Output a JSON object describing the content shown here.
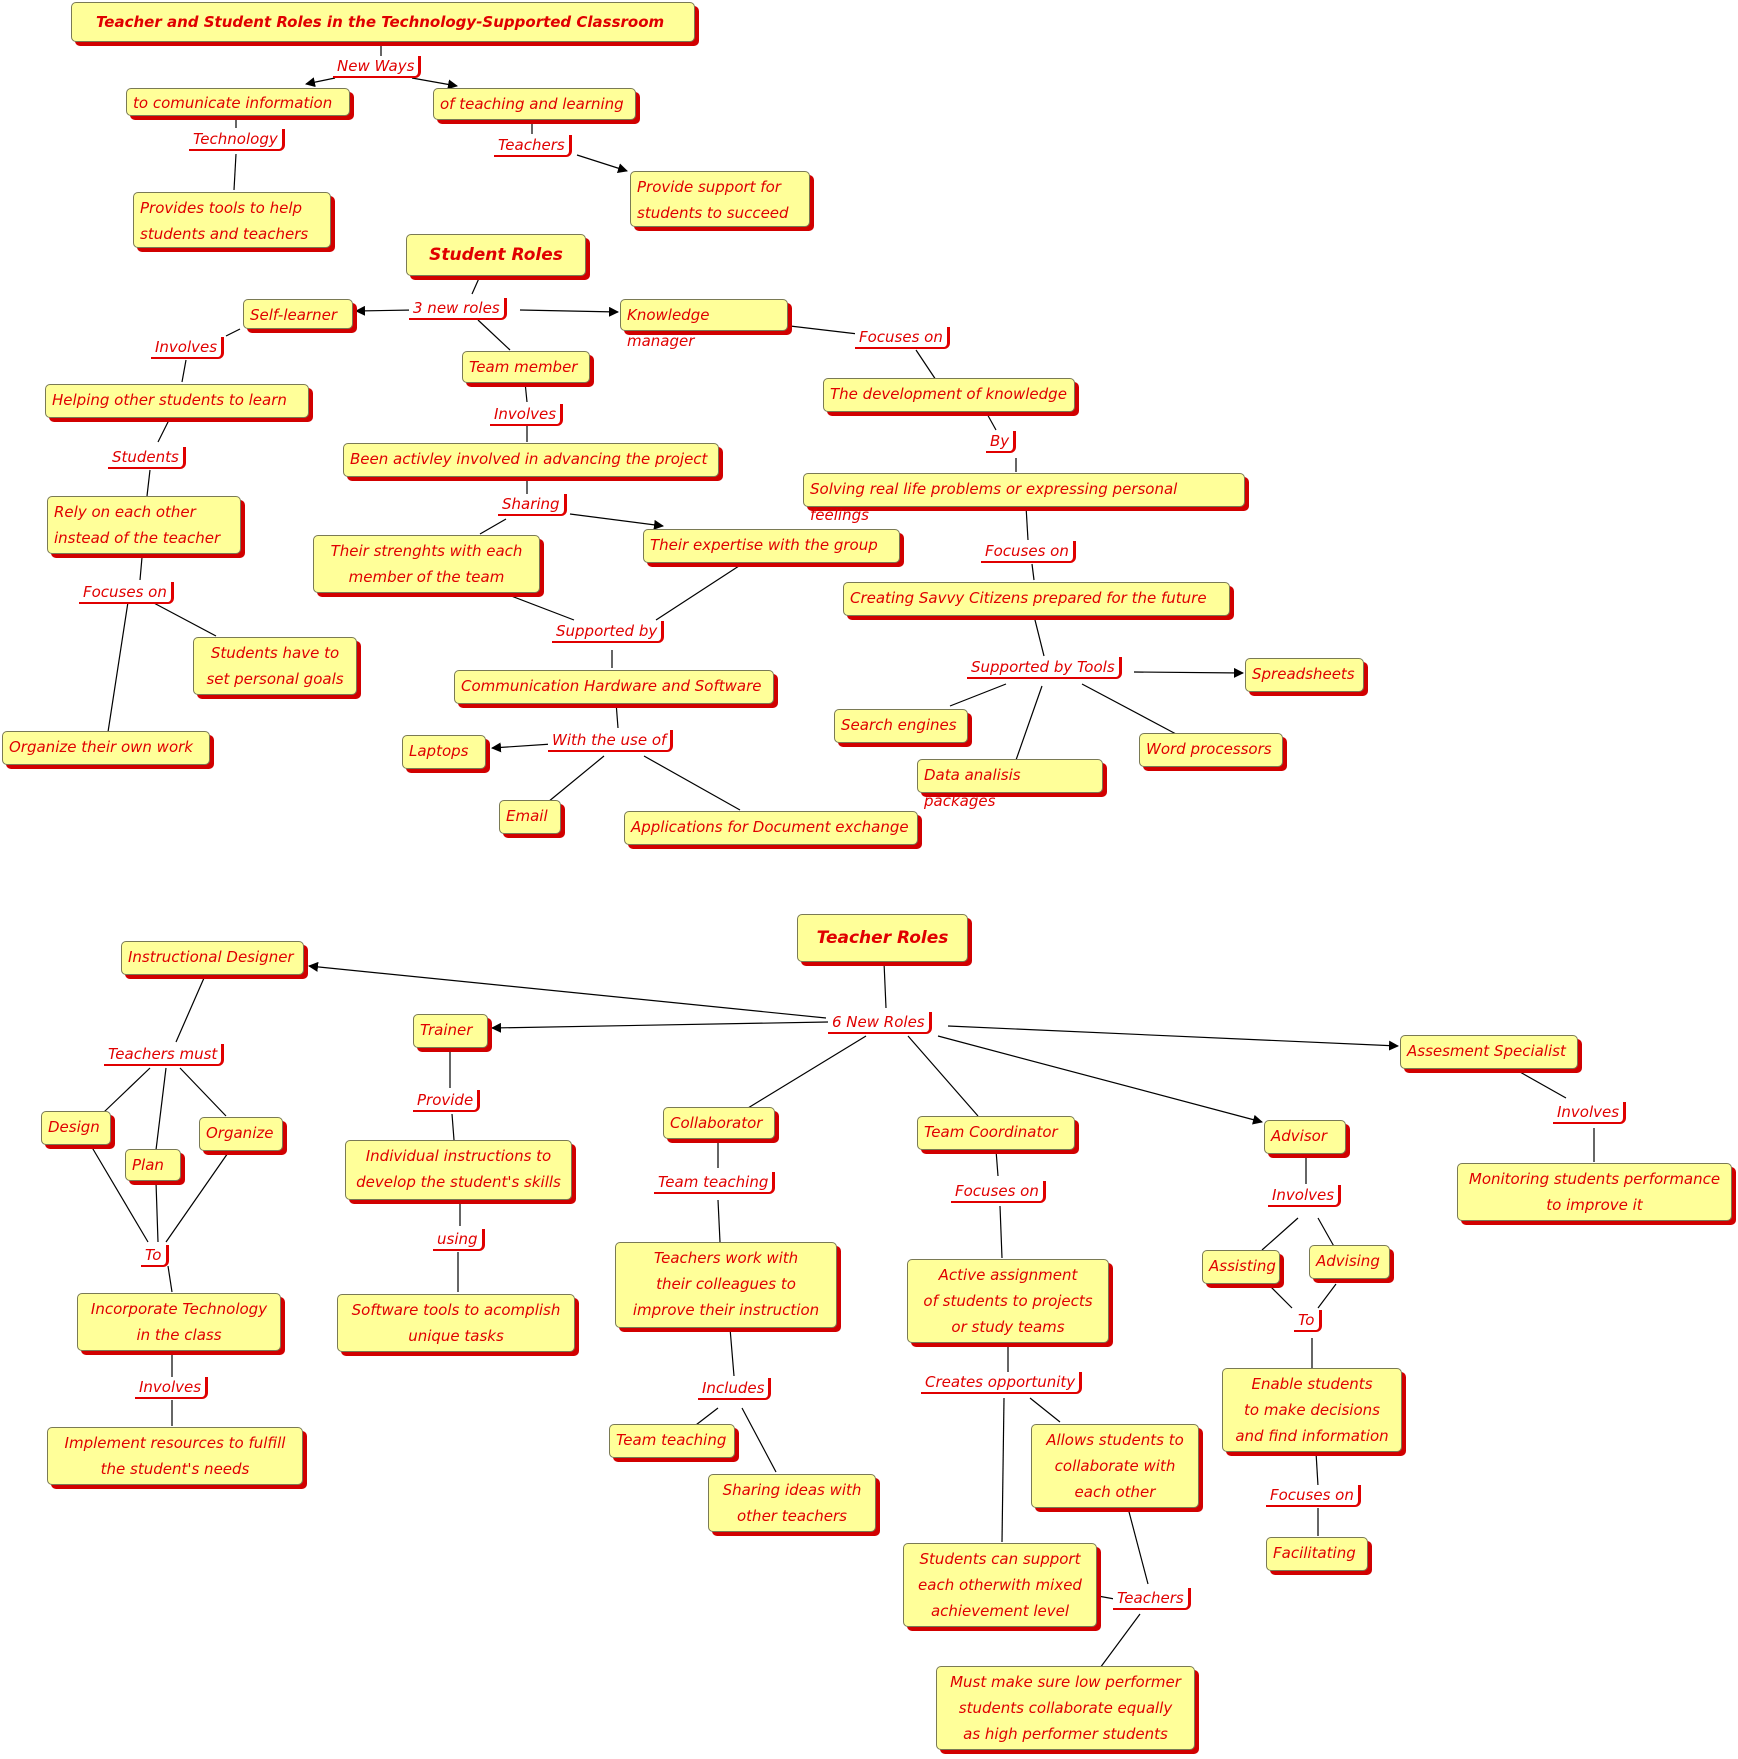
{
  "diagram": {
    "title": "Teacher and Student Roles in the Technology-Supported Classroom",
    "student": {
      "new_ways": "New Ways",
      "communicate": "to comunicate information",
      "teaching_learning": "of teaching and learning",
      "technology": "Technology",
      "teachers": "Teachers",
      "provides_tools": "Provides tools to help\nstudents and teachers",
      "provide_support": "Provide support for\nstudents to succeed",
      "student_roles": "Student Roles",
      "three_new_roles": "3 new roles",
      "self_learner": "Self-learner",
      "knowledge_manager": "Knowledge manager",
      "team_member": "Team member",
      "involves_1": "Involves",
      "helping_others": "Helping other students to learn",
      "students": "Students",
      "rely_on": "Rely on each other\ninstead of the teacher",
      "focuses_on_1": "Focuses on",
      "personal_goals": "Students have to\nset personal goals",
      "organize_work": "Organize their own work",
      "involves_2": "Involves",
      "involved_project": "Been activley involved in advancing the project",
      "sharing": "Sharing",
      "strengths": "Their strenghts with each\nmember of the team",
      "expertise": "Their expertise with the group",
      "supported_by": "Supported by",
      "comm_hw_sw": "Communication Hardware and Software",
      "with_the_use_of": "With the use of",
      "laptops": "Laptops",
      "email": "Email",
      "doc_exchange": "Applications for Document exchange",
      "focuses_on_2": "Focuses on",
      "development_knowledge": "The development of knowledge",
      "by": "By",
      "solving_problems": "Solving real life problems or expressing personal feelings",
      "focuses_on_3": "Focuses on",
      "savvy_citizens": "Creating Savvy Citizens prepared for the future",
      "supported_by_tools": "Supported by Tools",
      "spreadsheets": "Spreadsheets",
      "search_engines": "Search engines",
      "word_processors": "Word processors",
      "data_analysis": "Data analisis packages"
    },
    "teacher": {
      "teacher_roles": "Teacher Roles",
      "six_new_roles": "6 New Roles",
      "instructional_designer": "Instructional Designer",
      "trainer": "Trainer",
      "collaborator": "Collaborator",
      "team_coordinator": "Team Coordinator",
      "advisor": "Advisor",
      "assessment_specialist": "Assesment Specialist",
      "teachers_must": "Teachers must",
      "design": "Design",
      "plan": "Plan",
      "organize": "Organize",
      "to_1": "To",
      "incorporate_tech": "Incorporate Technology\nin the class",
      "involves_3": "Involves",
      "implement_resources": "Implement resources to fulfill\nthe student's needs",
      "provide": "Provide",
      "individual_instructions": "Individual instructions to\ndevelop the student's skills",
      "using": "using",
      "software_tools": "Software tools to acomplish\nunique tasks",
      "team_teaching_label": "Team teaching",
      "colleagues": "Teachers work with\ntheir colleagues to\nimprove their instruction",
      "includes": "Includes",
      "team_teaching_node": "Team teaching",
      "sharing_ideas": "Sharing ideas with\nother teachers",
      "focuses_on_4": "Focuses on",
      "active_assignment": "Active assignment\nof students to projects\nor study teams",
      "creates_opportunity": "Creates opportunity",
      "allows_collaborate": "Allows students to\ncollaborate with\neach other",
      "support_mixed": "Students can support\neach otherwith mixed\nachievement level",
      "teachers_2": "Teachers",
      "low_performer": "Must make sure low performer\nstudents collaborate equally\nas high performer students",
      "involves_4": "Involves",
      "assisting": "Assisting",
      "advising": "Advising",
      "to_2": "To",
      "enable_students": "Enable students\nto make decisions\nand find information",
      "focuses_on_5": "Focuses on",
      "facilitating": "Facilitating",
      "involves_5": "Involves",
      "monitoring": "Monitoring students performance\nto improve it"
    }
  },
  "colors": {
    "node_fill": "#ffff99",
    "text": "#e00000",
    "shadow": "#d10000",
    "line": "#000000"
  }
}
